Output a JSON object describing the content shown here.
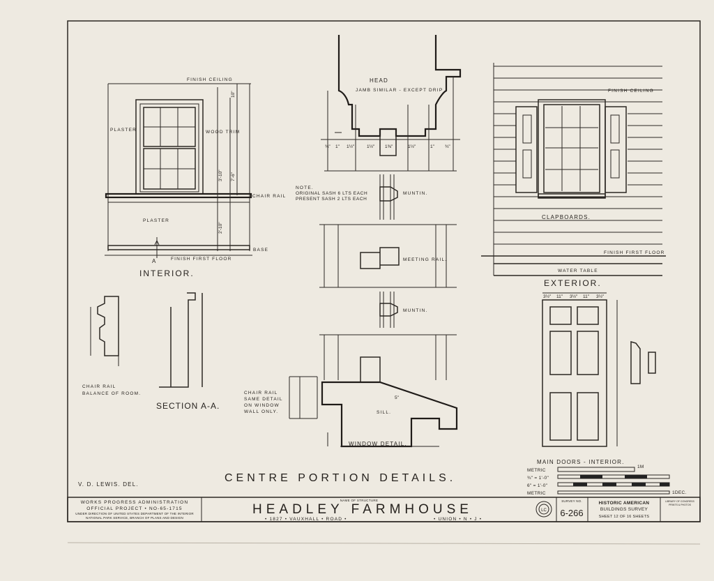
{
  "drawing": {
    "main_title": "CENTRE PORTION DETAILS.",
    "delineator": "V. D. LEWIS. DEL.",
    "views": {
      "interior": {
        "title": "INTERIOR.",
        "finish_ceiling": "FINISH CEILING",
        "plaster_upper": "PLASTER",
        "wood_trim": "WOOD TRIM",
        "chair_rail": "CHAIR RAIL",
        "plaster_lower": "PLASTER",
        "base": "BASE",
        "finish_first_floor": "FINISH FIRST FLOOR",
        "section_mark": "A",
        "dims": [
          "10\"",
          "3'-10\"",
          "7'-6\"",
          "2'-10\""
        ]
      },
      "head": {
        "title": "HEAD",
        "note": "JAMB SIMILAR - EXCEPT DRIP",
        "dims": [
          "¾\"",
          "1\"",
          "1½\"",
          "1½\"",
          "1⅜\"",
          "1½\"",
          "1\"",
          "¾\""
        ]
      },
      "note": {
        "heading": "NOTE.",
        "line1": "ORIGINAL SASH 6 LTS EACH",
        "line2": "PRESENT SASH 2 LTS EACH"
      },
      "muntin_label": "MUNTIN.",
      "meeting_rail_label": "MEETING RAIL.",
      "muntin_label_2": "MUNTIN.",
      "sill_label": "SILL.",
      "window_detail_title": "WINDOW DETAIL.",
      "sill_dim": "5\"",
      "exterior": {
        "title": "EXTERIOR.",
        "finish_ceiling": "FINISH CEILING",
        "clapboards": "CLAPBOARDS.",
        "finish_first_floor": "FINISH FIRST FLOOR",
        "water_table": "WATER TABLE"
      },
      "chair_rail_detail": {
        "line1": "CHAIR RAIL",
        "line2": "BALANCE OF ROOM."
      },
      "section_aa": "SECTION A-A.",
      "chair_rail_window": {
        "line1": "CHAIR RAIL",
        "line2": "SAME DETAIL",
        "line3": "ON WINDOW",
        "line4": "WALL ONLY."
      },
      "main_doors": {
        "title": "MAIN DOORS - INTERIOR.",
        "dims_top": [
          "3½\"",
          "11\"",
          "3½\"",
          "11\"",
          "3½\""
        ]
      }
    },
    "scales": {
      "metric_top": "METRIC",
      "metric_top_end": "1M",
      "scale_a": "¾\" = 1'-0\"",
      "scale_b": "6\" = 1'-0\"",
      "metric_bottom": "METRIC",
      "metric_bottom_end": "1DEC."
    }
  },
  "title_block": {
    "agency_line1": "WORKS PROGRESS ADMINISTRATION",
    "agency_line2": "OFFICIAL PROJECT • NO-65-1715",
    "agency_line3": "UNDER DIRECTION OF UNITED STATES DEPARTMENT OF THE INTERIOR",
    "agency_line4": "NATIONAL PARK SERVICE, BRANCH OF PLANS AND DESIGN",
    "name_label": "NAME OF STRUCTURE",
    "structure_name": "HEADLEY FARMHOUSE",
    "address": "• 1827 • VAUXHALL • ROAD •",
    "location": "• UNION • N • J •",
    "seal_text": "LC",
    "survey_label": "SURVEY NO.",
    "survey_no": "6-266",
    "habs_line1": "HISTORIC AMERICAN",
    "habs_line2": "BUILDINGS SURVEY",
    "sheet_text": "SHEET 12 OF 16 SHEETS",
    "loc_line1": "LIBRARY OF CONGRESS",
    "loc_line2": "PRINTS & PHOTOS"
  }
}
